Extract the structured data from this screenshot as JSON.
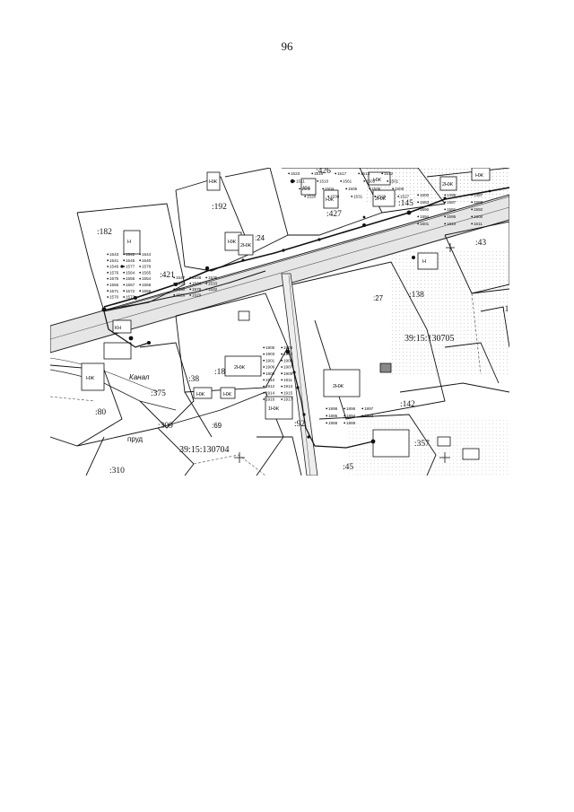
{
  "page": {
    "number": "96"
  },
  "map": {
    "cadastral_blocks": [
      "39:15:130705",
      "39:15:130704"
    ],
    "parcels": [
      ":426",
      ":192",
      ":182",
      ":427",
      ":145",
      ":43",
      ":421",
      ":138",
      ":18",
      ":38",
      ":375",
      ":142",
      ":80",
      ":309",
      ":357",
      ":310",
      ":92",
      ":45",
      ":24",
      ":27",
      ":69",
      ":1"
    ],
    "buildings": [
      "НЖ",
      "Н",
      "НЖ",
      "2НЖ",
      "КН",
      "НЖ",
      "НЖ",
      "2НЖ",
      "НЖ",
      "2НЖ",
      "Н",
      "КН",
      "НЖ",
      "2НЖ",
      "1НЖ",
      "2НЖ",
      "НЖ",
      "НЖ"
    ],
    "street_labels": [
      "пруд",
      "Канал"
    ],
    "points_left": [
      "1543",
      "1542",
      "1544",
      "1541",
      "1545",
      "1540",
      "1546",
      "1577",
      "1578",
      "1576",
      "1564",
      "1565",
      "1575",
      "1555",
      "1554",
      "1556",
      "1557",
      "1558",
      "1571",
      "1572",
      "1559",
      "1570",
      "1573"
    ],
    "points_mid": [
      "1537",
      "1538",
      "1535",
      "1536",
      "1534",
      "1533",
      "1580",
      "1579",
      "1532",
      "1526",
      "1529"
    ],
    "points_road": [
      "1523",
      "1518",
      "1517",
      "1513",
      "1512",
      "1511",
      "1510",
      "1561",
      "1503",
      "1501",
      "1502",
      "1504",
      "1505",
      "1506",
      "1508",
      "1520",
      "1530",
      "1531",
      "1528",
      "1527"
    ],
    "points_right": [
      "1500",
      "1499",
      "1497",
      "1583",
      "1587",
      "1589",
      "1590",
      "1591",
      "1592",
      "1594",
      "1595",
      "1600",
      "1601",
      "1610",
      "1611"
    ],
    "points_south": [
      "1905",
      "1904",
      "1903",
      "1902",
      "1901",
      "1900",
      "1906",
      "1907",
      "1908",
      "1909",
      "1910",
      "1911",
      "1912",
      "1913",
      "1914",
      "1915",
      "1916",
      "1917",
      "1898",
      "1896",
      "1897",
      "1895",
      "1894",
      "1893",
      "1888",
      "1889"
    ]
  }
}
